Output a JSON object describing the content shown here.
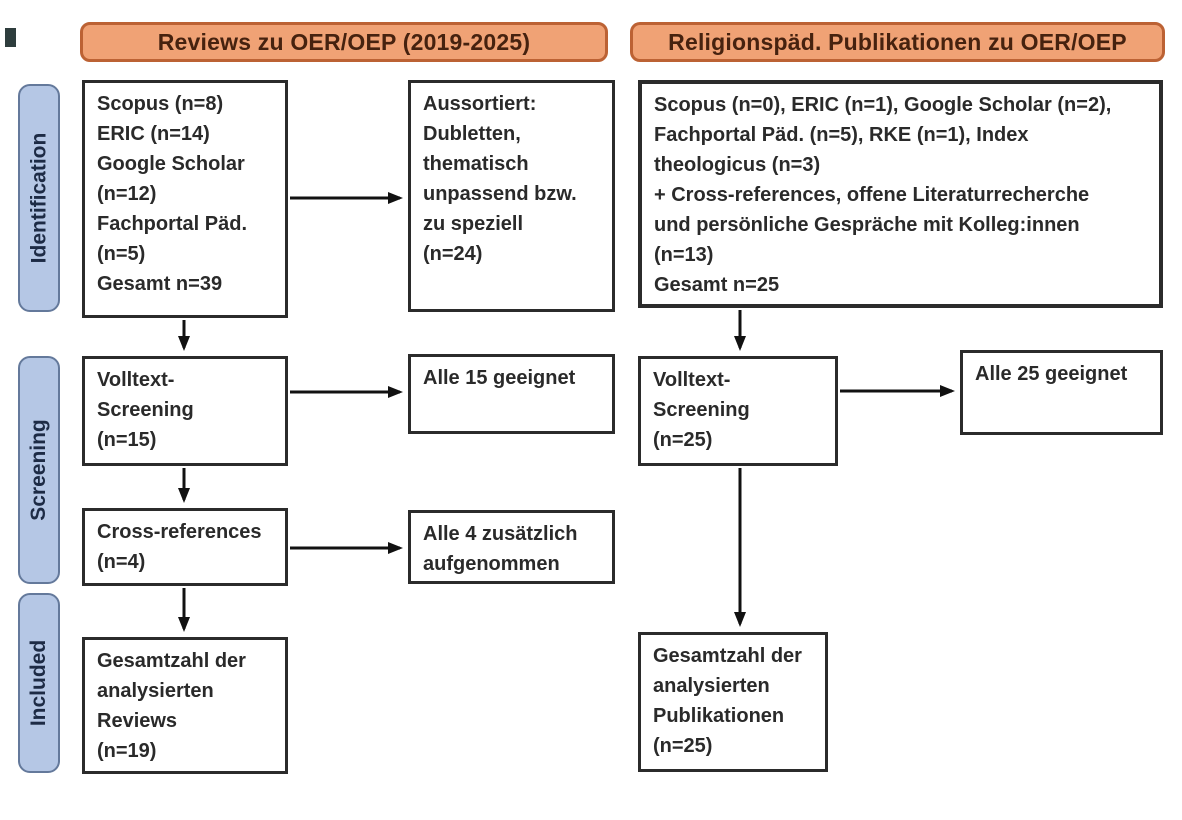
{
  "diagram": {
    "type": "prisma-flow",
    "column_headers": [
      {
        "label": "Reviews zu OER/OEP (2019-2025)"
      },
      {
        "label": "Religionspäd. Publikationen zu OER/OEP"
      }
    ],
    "stage_labels": [
      {
        "label": "Identification"
      },
      {
        "label": "Screening"
      },
      {
        "label": "Included"
      }
    ],
    "boxes": {
      "reviews_sources": "Scopus (n=8)\nERIC (n=14)\nGoogle Scholar\n(n=12)\nFachportal Päd.\n(n=5)\nGesamt n=39",
      "reviews_excluded": "Aussortiert:\nDubletten,\nthematisch\nunpassend bzw.\nzu speziell\n(n=24)",
      "reviews_fulltext": "Volltext-\nScreening\n(n=15)",
      "reviews_fulltext_result": "Alle 15 geeignet",
      "reviews_crossref": "Cross-references\n(n=4)",
      "reviews_crossref_result": "Alle 4 zusätzlich\naufgenommen",
      "reviews_included": "Gesamtzahl der\nanalysierten\nReviews\n(n=19)",
      "pubs_sources": "Scopus (n=0), ERIC (n=1), Google Scholar (n=2),\nFachportal Päd. (n=5), RKE (n=1), Index\ntheologicus (n=3)\n+ Cross-references, offene Literaturrecherche\nund persönliche Gespräche mit Kolleg:innen\n(n=13)\nGesamt n=25",
      "pubs_fulltext": "Volltext-\nScreening\n(n=25)",
      "pubs_fulltext_result": "Alle 25 geeignet",
      "pubs_included": "Gesamtzahl der\nanalysierten\nPublikationen\n(n=25)"
    },
    "colors": {
      "header_fill": "#F0A275",
      "header_border": "#BC6234",
      "header_text": "#46220F",
      "stage_fill": "#B5C7E5",
      "stage_border": "#64799B",
      "stage_text": "#1D2B45",
      "box_border": "#2B2B2B",
      "box_text": "#2A2A2A",
      "arrow": "#111111"
    }
  }
}
